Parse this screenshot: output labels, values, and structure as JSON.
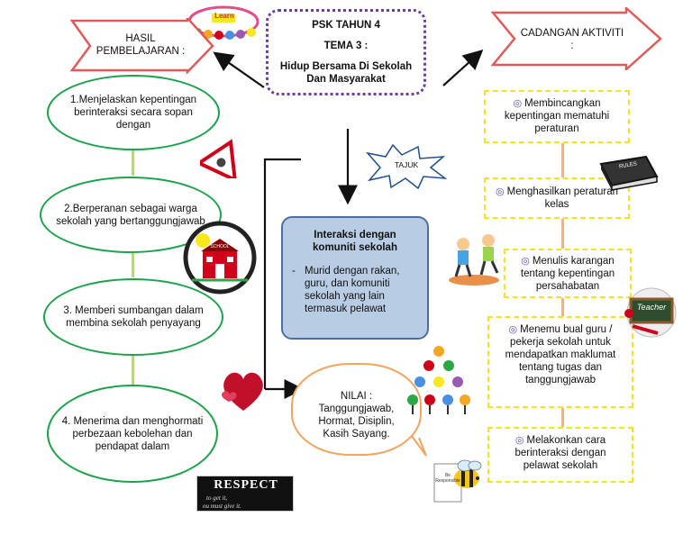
{
  "header": {
    "subject": "PSK TAHUN 4",
    "theme": "TEMA 3 :",
    "title": "Hidup Bersama Di Sekolah Dan Masyarakat"
  },
  "hasil": {
    "label": "HASIL PEMBELAJARAN :",
    "items": [
      "1.Menjelaskan kepentingan berinteraksi secara sopan dengan",
      "2.Berperanan sebagai warga sekolah yang bertanggungjawab",
      "3. Memberi sumbangan dalam membina sekolah penyayang",
      "4. Menerima dan menghormati perbezaan kebolehan dan pendapat dalam"
    ]
  },
  "cadangan": {
    "label": "CADANGAN AKTIVITI :",
    "items": [
      "Membincangkan kepentingan mematuhi peraturan",
      "Menghasilkan peraturan kelas",
      "Menulis karangan tentang kepentingan persahabatan",
      "Menemu bual guru / pekerja sekolah untuk mendapatkan maklumat tentang tugas dan tanggungjawab",
      "Melakonkan cara berinteraksi dengan pelawat sekolah"
    ]
  },
  "tajuk": "TAJUK",
  "interaksi": {
    "title": "Interaksi dengan komuniti sekolah",
    "bullet_marker": "-",
    "bullet": "Murid dengan rakan, guru, dan komuniti sekolah yang lain termasuk pelawat"
  },
  "nilai": {
    "heading": "NILAI :",
    "values": "Tanggungjawab, Hormat, Disiplin, Kasih Sayang."
  },
  "images": {
    "learn_banner": "Learn",
    "rules_book": "RULES",
    "teacher_board": "Teacher",
    "school_sign": "SCHOOL",
    "respect_banner": "RESPECT",
    "respect_line1": "to get it,",
    "respect_line2": "ou must give it.",
    "bee_card": "Be Responsible"
  },
  "colors": {
    "ellipse_border": "#1aa34a",
    "dashed_border": "#f2e41d",
    "header_border": "#6b3fa0",
    "center_box_fill": "#b8cce4",
    "center_box_border": "#4f6d9e",
    "nilai_border": "#f4a460",
    "arrow_banner_border": "#e05a5a",
    "swirl": "#5b4fb8"
  }
}
